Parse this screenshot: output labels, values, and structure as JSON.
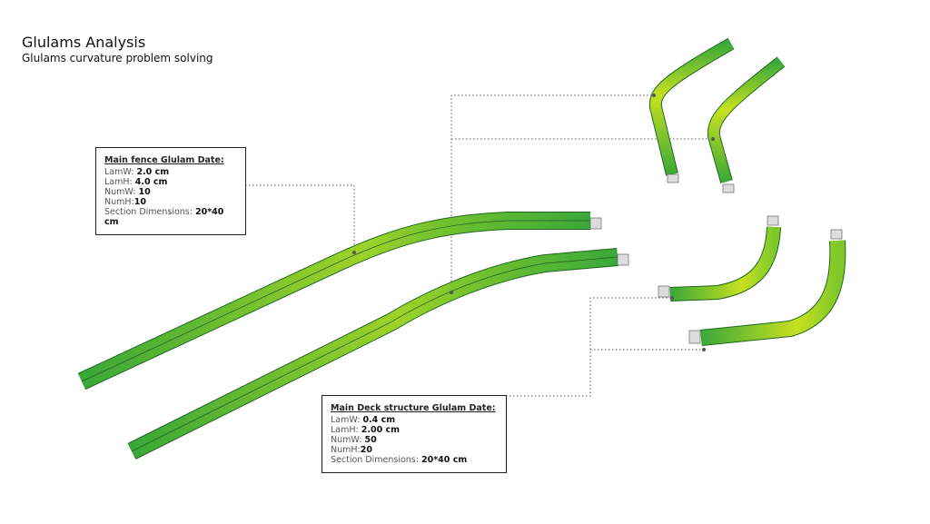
{
  "header": {
    "title": "Glulams Analysis",
    "subtitle": "Glulams curvature problem solving"
  },
  "fence_box": {
    "heading": "Main fence Glulam Date:",
    "rows": [
      {
        "label": "LamW: ",
        "value": "2.0 cm"
      },
      {
        "label": "LamH: ",
        "value": "4.0 cm"
      },
      {
        "label": "NumW: ",
        "value": "10"
      },
      {
        "label": "NumH:",
        "value": "10"
      },
      {
        "label": "Section Dimensions: ",
        "value": "20*40 cm"
      }
    ]
  },
  "deck_box": {
    "heading": "Main Deck structure Glulam Date:",
    "rows": [
      {
        "label": "LamW: ",
        "value": "0.4 cm"
      },
      {
        "label": "LamH: ",
        "value": "2.00 cm"
      },
      {
        "label": "NumW: ",
        "value": "50"
      },
      {
        "label": "NumH:",
        "value": "20"
      },
      {
        "label": "Section Dimensions: ",
        "value": "20*40 cm"
      }
    ]
  },
  "colors": {
    "beam_green": "#3aa83a",
    "beam_yellow": "#c8e020",
    "leader": "#555555"
  }
}
